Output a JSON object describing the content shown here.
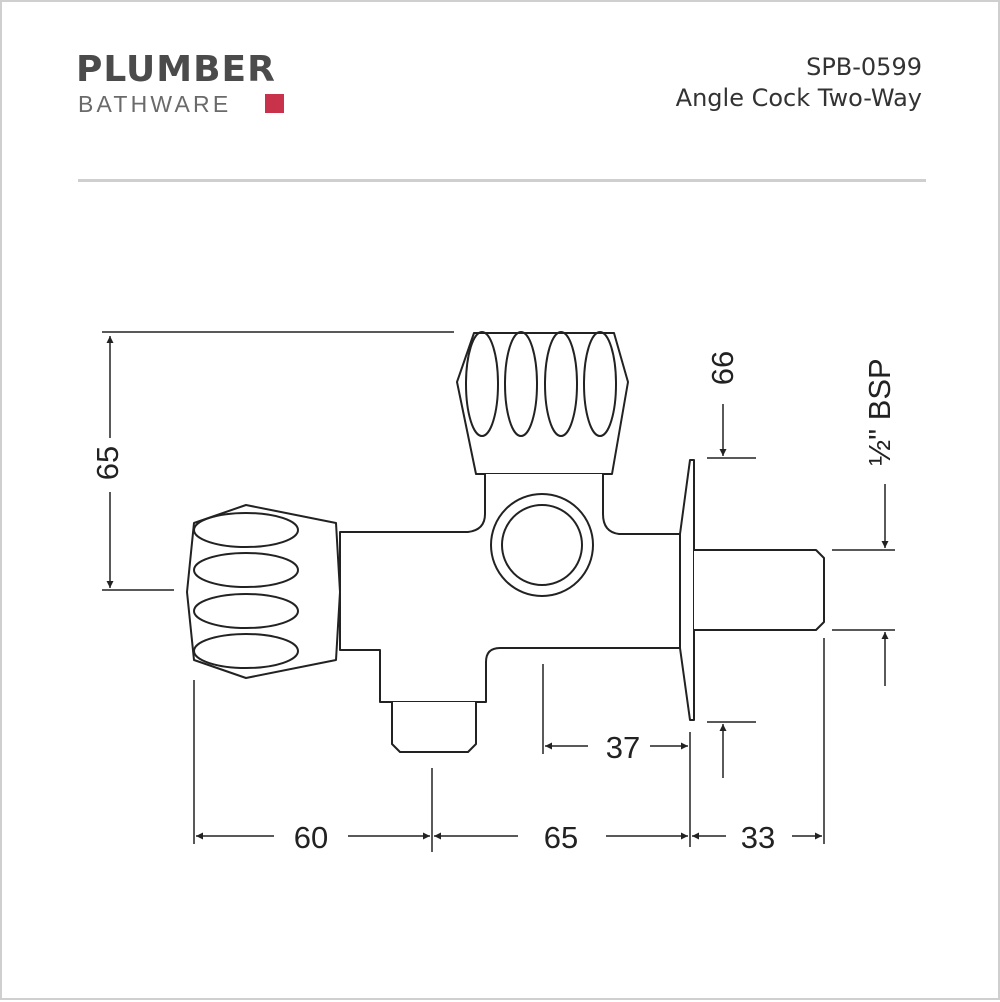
{
  "brand": {
    "name_top": "PLUMBER",
    "name_bottom": "BATHWARE",
    "accent_color": "#c8324a"
  },
  "product": {
    "code": "SPB-0599",
    "title": "Angle Cock Two-Way"
  },
  "dimensions": {
    "height_total": "65",
    "top_offset": "66",
    "thread_size": "½\" BSP",
    "inlet_offset": "37",
    "left_width": "60",
    "mid_width": "65",
    "inlet_length": "33"
  }
}
